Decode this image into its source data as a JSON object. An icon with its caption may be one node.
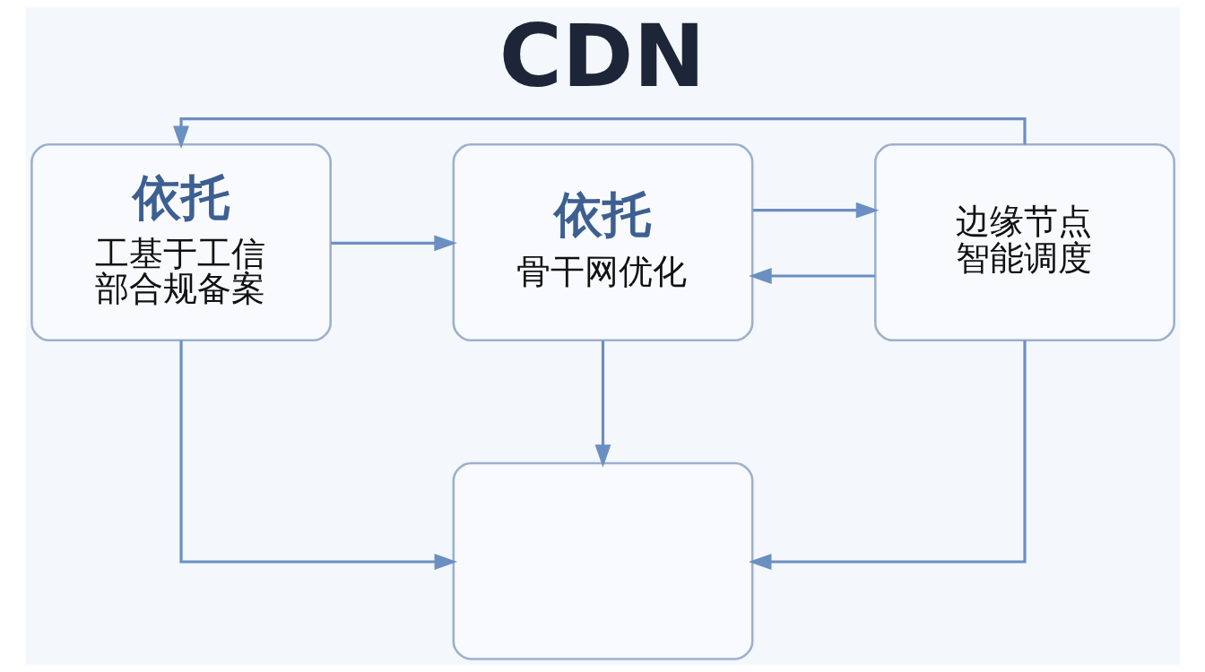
{
  "diagram": {
    "title": "CDN",
    "nodes": [
      {
        "text": [
          "依托",
          "工基于工信部合规备案"
        ]
      },
      {
        "text": [
          "依托",
          "骨干网优化"
        ]
      },
      {
        "text": [
          "边缘节点智能调度"
        ]
      },
      {
        "text": [],
        "shape": "box"
      }
    ],
    "edges": [
      {
        "from": 2,
        "to": 0,
        "arrow": "to"
      },
      {
        "from": 2,
        "to": 1,
        "arrow": "to"
      },
      {
        "from": 0,
        "to": 1,
        "arrow": "to"
      },
      {
        "from": 1,
        "to": 2,
        "arrow": "to"
      },
      {
        "from": 1,
        "to": 3,
        "arrow": "to"
      },
      {
        "from": 0,
        "to": 3,
        "arrow": "to"
      },
      {
        "from": 2,
        "to": 3,
        "arrow": "to"
      }
    ]
  }
}
